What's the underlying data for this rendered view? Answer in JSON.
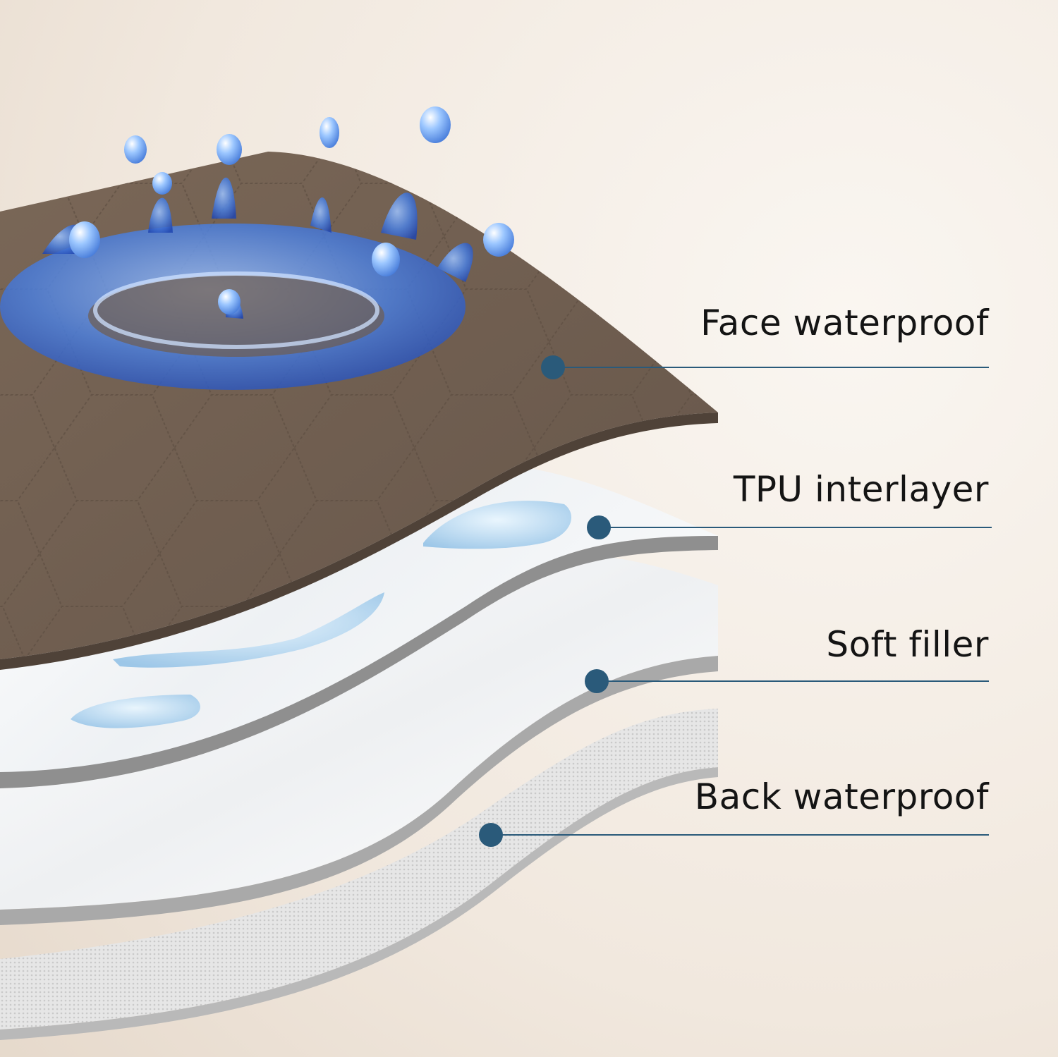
{
  "layers": [
    {
      "label": "Face waterproof"
    },
    {
      "label": "TPU interlayer"
    },
    {
      "label": "Soft filler"
    },
    {
      "label": "Back waterproof"
    }
  ],
  "colors": {
    "background": "#efe6dc",
    "face_fabric": "#6f5d4f",
    "tpu": "#f3f5f7",
    "filler": "#ffffff",
    "backing": "#e3e3e3",
    "callout": "#2a5a7a",
    "water": "#3b6ed6"
  },
  "icons": [
    "water-splash-icon",
    "water-droplet-icon"
  ]
}
